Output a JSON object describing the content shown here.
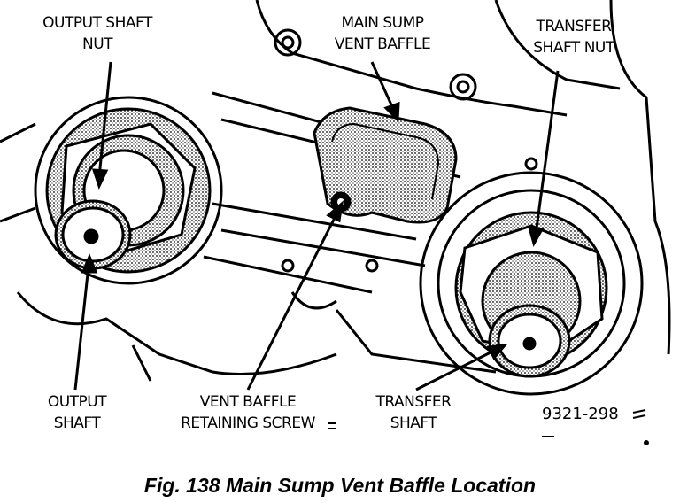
{
  "labels": {
    "output_shaft_nut": [
      "OUTPUT SHAFT",
      "NUT"
    ],
    "main_sump_vent_baffle": [
      "MAIN SUMP",
      "VENT BAFFLE"
    ],
    "transfer_shaft_nut": [
      "TRANSFER",
      "SHAFT NUT"
    ],
    "output_shaft": [
      "OUTPUT",
      "SHAFT"
    ],
    "vent_baffle_retaining_screw": [
      "VENT BAFFLE",
      "RETAINING SCREW"
    ],
    "transfer_shaft": [
      "TRANSFER",
      "SHAFT"
    ]
  },
  "figure_number": "9321-298",
  "caption": "Fig. 138 Main Sump Vent Baffle Location"
}
